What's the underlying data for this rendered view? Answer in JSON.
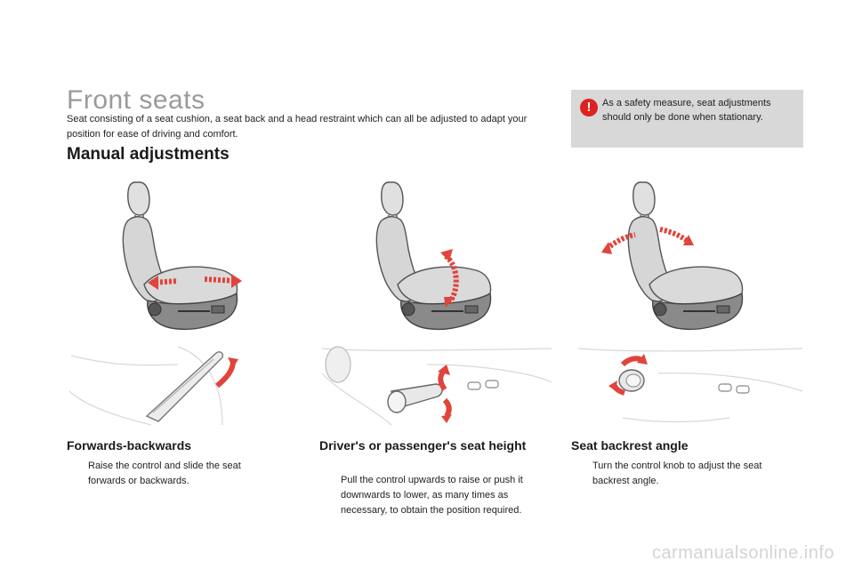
{
  "page": {
    "title": "Front seats",
    "intro": "Seat consisting of a seat cushion, a seat back and a head restraint which can all be adjusted to adapt your position for ease of driving and comfort.",
    "section_title": "Manual adjustments"
  },
  "warning": {
    "icon": "warning-icon",
    "icon_glyph": "!",
    "text": "As a safety measure, seat adjustments should only be done when stationary.",
    "bg_color": "#d8d8d8",
    "icon_color": "#dd2222"
  },
  "columns": [
    {
      "heading": "Forwards-backwards",
      "bullet_glyph": "",
      "bullet": "Raise the control and slide the seat forwards or backwards."
    },
    {
      "heading": "Driver's or passenger's seat height",
      "bullet_glyph": "",
      "bullet": "Pull the control upwards to raise or push it downwards to lower, as many times as necessary, to obtain the position required."
    },
    {
      "heading": "Seat backrest angle",
      "bullet_glyph": "",
      "bullet": "Turn the control knob to adjust the seat backrest angle."
    }
  ],
  "footer": "carmanualsonline.info",
  "colors": {
    "arrow": "#e0443a",
    "seat": "#d6d6d6",
    "seat_stroke": "#555555"
  }
}
